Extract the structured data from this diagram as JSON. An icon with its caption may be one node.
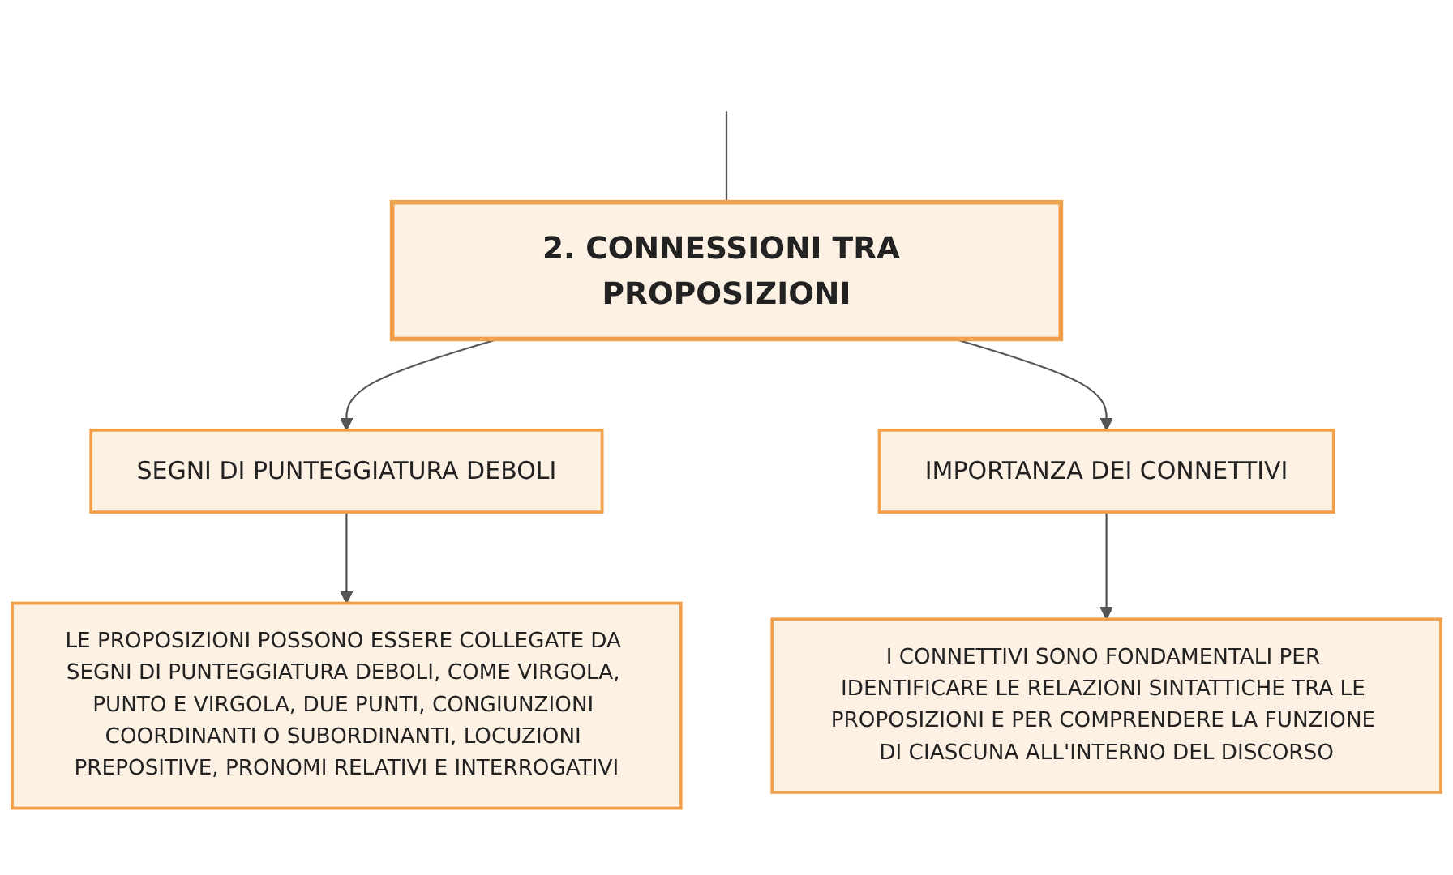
{
  "diagram": {
    "nodes": [
      {
        "text": [
          "2. CONNESSIONI TRA PROPOSIZIONI"
        ]
      },
      {
        "text": [
          "SEGNI DI PUNTEGGIATURA DEBOLI"
        ]
      },
      {
        "text": [
          "IMPORTANZA DEI CONNETTIVI"
        ]
      },
      {
        "text": [
          "LE PROPOSIZIONI POSSONO ESSERE COLLEGATE DA SEGNI DI PUNTEGGIATURA DEBOLI, COME VIRGOLA, PUNTO E VIRGOLA, DUE PUNTI, CONGIUNZIONI COORDINANTI O SUBORDINANTI, LOCUZIONI PREPOSITIVE, PRONOMI RELATIVI E INTERROGATIVI"
        ]
      },
      {
        "text": [
          "I CONNETTIVI SONO FONDAMENTALI PER IDENTIFICARE LE RELAZIONI SINTATTICHE TRA LE PROPOSIZIONI E PER COMPRENDERE LA FUNZIONE DI CIASCUNA ALL'INTERNO DEL DISCORSO"
        ]
      }
    ],
    "edges": [
      {
        "from": null,
        "to": 0,
        "arrow": "none"
      },
      {
        "from": 0,
        "to": 1,
        "arrow": "to"
      },
      {
        "from": 0,
        "to": 2,
        "arrow": "to"
      },
      {
        "from": 1,
        "to": 3,
        "arrow": "to"
      },
      {
        "from": 2,
        "to": 4,
        "arrow": "to"
      }
    ]
  }
}
